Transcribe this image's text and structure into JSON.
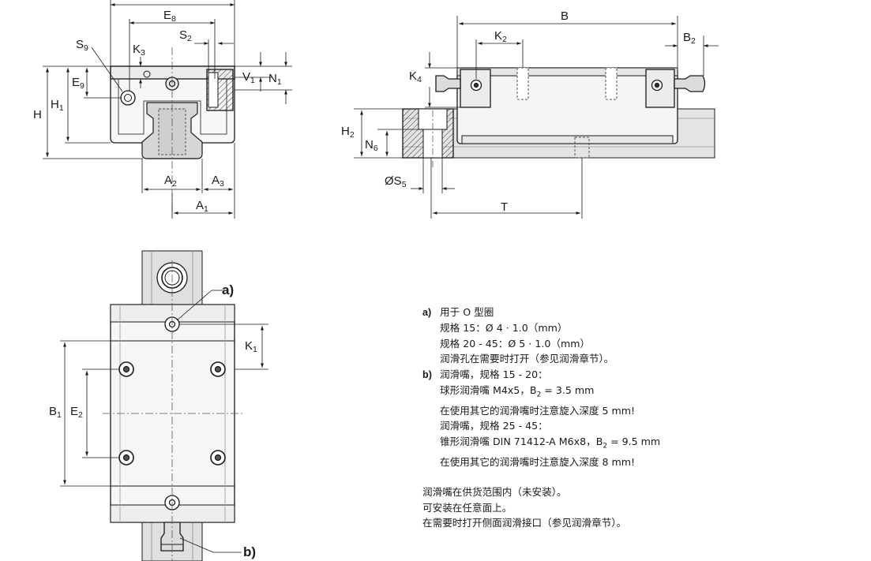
{
  "dimensions": {
    "front_view": {
      "E8": {
        "base": "E",
        "sub": "8"
      },
      "S9": {
        "base": "S",
        "sub": "9"
      },
      "K3": {
        "base": "K",
        "sub": "3"
      },
      "S2": {
        "base": "S",
        "sub": "2"
      },
      "V1": {
        "base": "V",
        "sub": "1"
      },
      "N1": {
        "base": "N",
        "sub": "1"
      },
      "E9": {
        "base": "E",
        "sub": "9"
      },
      "H1": {
        "base": "H",
        "sub": "1"
      },
      "H": {
        "base": "H",
        "sub": ""
      },
      "A2": {
        "base": "A",
        "sub": "2"
      },
      "A3": {
        "base": "A",
        "sub": "3"
      },
      "A1": {
        "base": "A",
        "sub": "1"
      }
    },
    "side_view": {
      "B": {
        "base": "B",
        "sub": ""
      },
      "K2": {
        "base": "K",
        "sub": "2"
      },
      "B2": {
        "base": "B",
        "sub": "2"
      },
      "K4": {
        "base": "K",
        "sub": "4"
      },
      "H2": {
        "base": "H",
        "sub": "2"
      },
      "N6": {
        "base": "N",
        "sub": "6"
      },
      "S5": {
        "base": "ØS",
        "sub": "5"
      },
      "T": {
        "base": "T",
        "sub": ""
      }
    },
    "top_view": {
      "K1": {
        "base": "K",
        "sub": "1"
      },
      "B1": {
        "base": "B",
        "sub": "1"
      },
      "E2": {
        "base": "E",
        "sub": "2"
      }
    }
  },
  "callouts": {
    "a": "a)",
    "b": "b)"
  },
  "notes": {
    "a_marker": "a)",
    "a_title": "用于 O 型圈",
    "a_line1": "规格 15：Ø 4 · 1.0（mm）",
    "a_line2": "规格 20 - 45：Ø 5 · 1.0（mm）",
    "a_line3": "润滑孔在需要时打开（参见润滑章节）。",
    "b_marker": "b)",
    "b_title": "润滑嘴，规格 15 - 20：",
    "b_line1_pre": "球形润滑嘴 M4x5，B",
    "b_line1_sub": "2",
    "b_line1_post": " = 3.5 mm",
    "b_line2": "在使用其它的润滑嘴时注意旋入深度 5 mm!",
    "b_line3": "润滑嘴，规格 25 - 45：",
    "b_line4_pre": "锥形润滑嘴 DIN 71412-A M6x8，B",
    "b_line4_sub": "2",
    "b_line4_post": " = 9.5 mm",
    "b_line5": "在使用其它的润滑嘴时注意旋入深度 8 mm!",
    "footer1": "润滑嘴在供货范围内（未安装）。",
    "footer2": "可安装在任意面上。",
    "footer3": "在需要时打开侧面润滑接口（参见润滑章节）。"
  }
}
